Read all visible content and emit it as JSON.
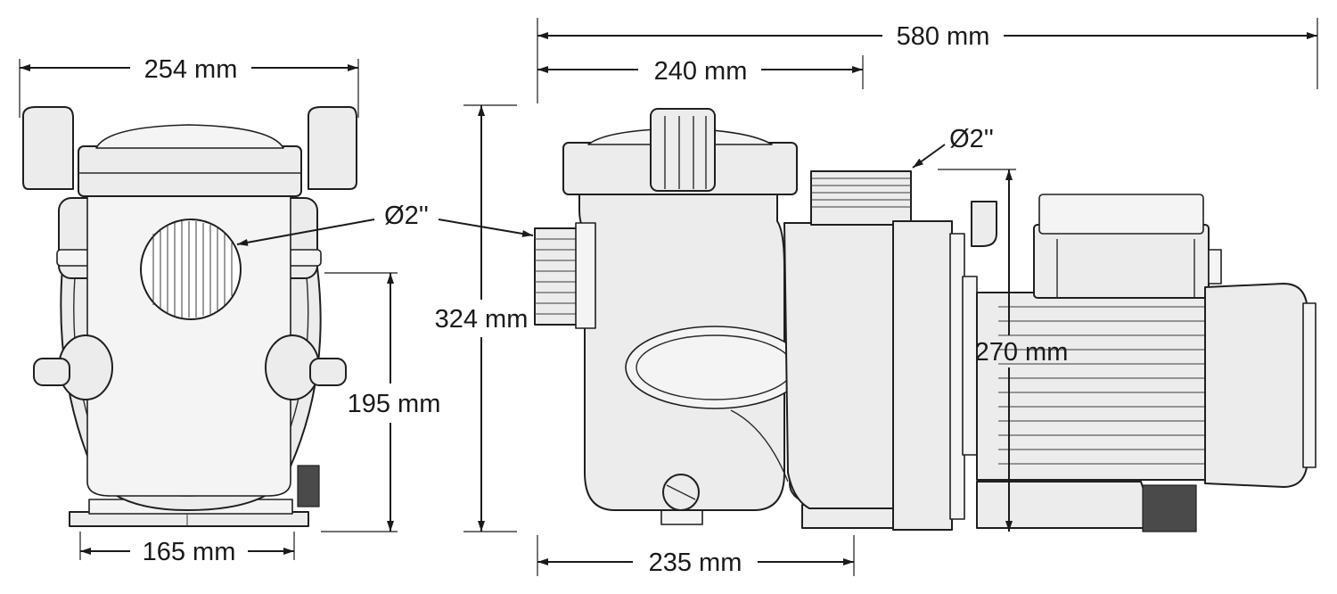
{
  "dimensions": {
    "front_width": "254 mm",
    "front_base_width": "165 mm",
    "front_inlet_height": "195 mm",
    "overall_length": "580 mm",
    "prefilter_length": "240 mm",
    "overall_height": "324 mm",
    "outlet_height": "270 mm",
    "base_length": "235 mm"
  },
  "connections": {
    "inlet_diameter": "Ø2''",
    "outlet_diameter": "Ø2''"
  }
}
